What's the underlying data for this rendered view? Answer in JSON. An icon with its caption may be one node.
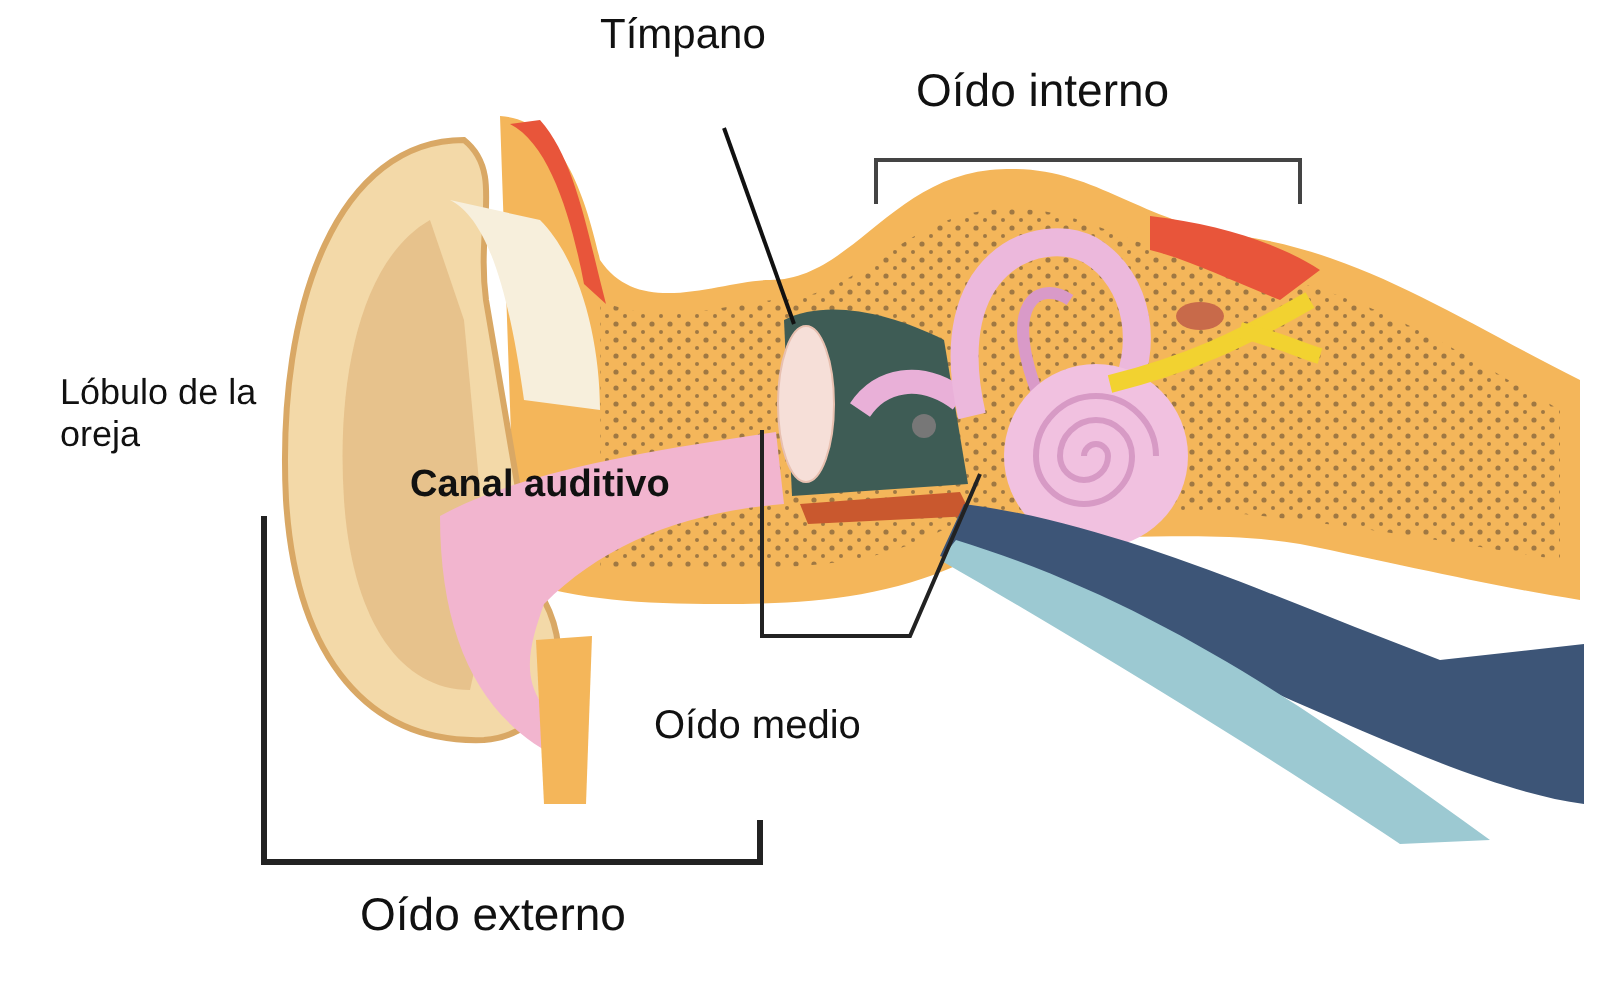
{
  "diagram": {
    "nodes": [
      {
        "text": [
          "Tímpano"
        ]
      },
      {
        "text": [],
        "shape": "circle"
      }
    ],
    "edges": [
      {
        "from": 0,
        "to": 1,
        "arrow": "none"
      }
    ],
    "labels": [
      "Oído interno",
      "Lóbulo de la oreja",
      "Canal auditivo",
      "Oído medio",
      "Oído externo"
    ]
  }
}
